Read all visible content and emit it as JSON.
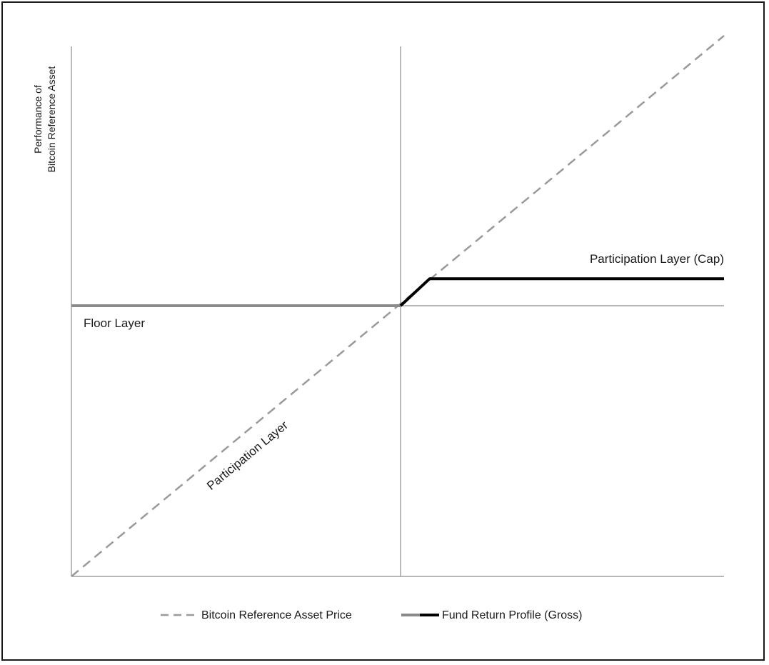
{
  "chart_data": {
    "type": "line",
    "title": "",
    "xlabel": "",
    "ylabel_lines": [
      "Performance of",
      "Bitcoin Reference Asset"
    ],
    "x_range": [
      -1,
      1
    ],
    "y_range": [
      -1,
      1
    ],
    "grid": false,
    "legend_position": "bottom-center",
    "series": [
      {
        "name": "Bitcoin Reference Asset Price",
        "style": "dashed",
        "color": "#9a9a9a",
        "points": [
          [
            -1,
            -1
          ],
          [
            1,
            1
          ]
        ]
      },
      {
        "name": "Fund Return Profile (Gross)",
        "style": "solid",
        "segments": [
          {
            "color": "#8a8a8a",
            "points": [
              [
                -1,
                0
              ],
              [
                0,
                0
              ]
            ]
          },
          {
            "color": "#000000",
            "points": [
              [
                0,
                0
              ],
              [
                0.09,
                0.1
              ],
              [
                1,
                0.1
              ]
            ]
          }
        ]
      }
    ],
    "annotations": [
      {
        "text": "Participation Layer (Cap)"
      },
      {
        "text": "Floor Layer"
      },
      {
        "text": "Participation Layer"
      }
    ]
  },
  "colors": {
    "axis": "#8c8c8c",
    "dashed_line": "#9a9a9a",
    "floor_segment": "#8a8a8a",
    "cap_segment": "#000000"
  }
}
